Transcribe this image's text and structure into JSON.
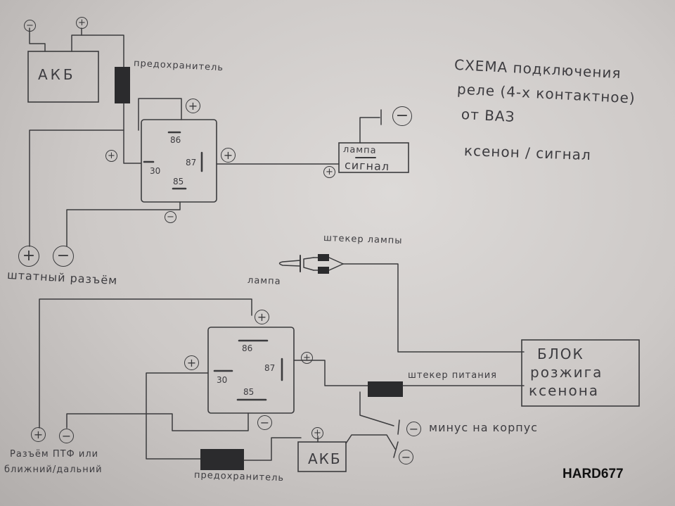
{
  "diagram_title": {
    "line1": "СХЕМА подключения",
    "line2": "реле (4-х контактное)",
    "line3": "от ВАЗ",
    "subtitle": "ксенон / сигнал"
  },
  "top": {
    "battery": "АКБ",
    "battery_minus": "−",
    "battery_plus": "+",
    "fuse_label": "предохранитель",
    "relay": {
      "pin86": "86",
      "pin87": "87",
      "pin30": "30",
      "pin85": "85"
    },
    "sign_relay_plus_top": "+",
    "sign_relay_plus_left": "+",
    "sign_relay_plus_right": "+",
    "sign_relay_minus_bottom": "−",
    "lamp_label_1": "лампа",
    "lamp_label_2": "сигнал",
    "lamp_plus": "+",
    "lamp_minus": "−",
    "connector_plus": "+",
    "connector_minus": "−",
    "connector_label": "штатный разъём"
  },
  "bottom": {
    "lamp_plug_label": "штекер лампы",
    "lamp_label": "лампа",
    "relay": {
      "pin86": "86",
      "pin87": "87",
      "pin30": "30",
      "pin85": "85"
    },
    "sign_relay_plus_top": "+",
    "sign_relay_plus_left": "+",
    "sign_relay_plus_right": "+",
    "sign_relay_minus_bottom": "−",
    "power_plug_label": "штекер питания",
    "ignition_block": {
      "line1": "БЛОК",
      "line2": "розжига",
      "line3": "ксенона"
    },
    "ground_minus": "−",
    "ground_label": "минус на корпус",
    "battery": "АКБ",
    "battery_plus": "+",
    "battery_minus": "−",
    "fuse_label": "предохранитель",
    "ptf_plus": "+",
    "ptf_minus": "−",
    "ptf_label_1": "Разъём ПТФ или",
    "ptf_label_2": "ближний/дальний"
  },
  "watermark": "HARD677"
}
